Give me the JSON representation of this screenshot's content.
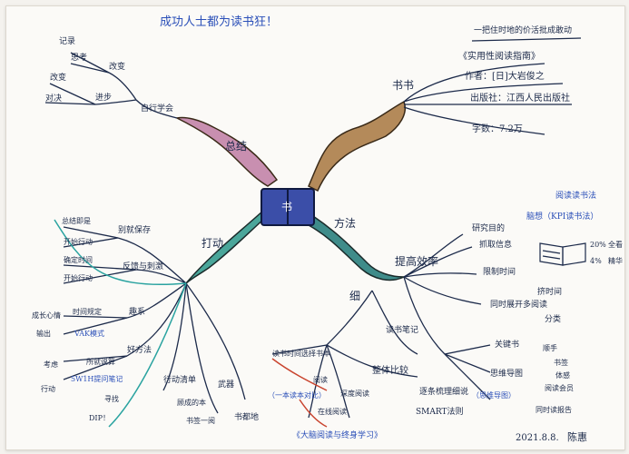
{
  "title": "成功人士都为读书狂！",
  "center": "书",
  "branches": {
    "book": {
      "label": "书书",
      "quote": "一把住时地的价活批成敢动",
      "items": [
        "《实用性阅读指南》",
        "作者：[日]大岩俊之",
        "出版社：江西人民出版社",
        "字数：7.2万"
      ]
    },
    "summary": {
      "label": "总结",
      "sub": "自行学会",
      "groups": [
        {
          "label": "改变",
          "items": [
            "记录",
            "思考"
          ]
        },
        {
          "label": "进步",
          "items": [
            "改变",
            "对决"
          ]
        }
      ]
    },
    "output": {
      "label": "打动",
      "groups": [
        {
          "label": "别就保存",
          "items": [
            "总结即是",
            "开始行动"
          ]
        },
        {
          "label": "反馈与刺激",
          "items": [
            "确定时间",
            "开始行动"
          ]
        },
        {
          "label": "趣系",
          "items": [
            "时间规定",
            "成长心情",
            "输出",
            "VAK模式"
          ]
        },
        {
          "label": "好方法",
          "items": [
            "所就说算",
            "考虑",
            "行动",
            "5W1H提问笔记"
          ]
        },
        {
          "label": "行动清单",
          "items": [
            "寻找",
            "DIP！"
          ]
        },
        {
          "label": "武器",
          "items": [
            "顾成的本",
            "书签一阅"
          ]
        },
        {
          "label": "书都地",
          "items": []
        }
      ]
    },
    "method": {
      "label": "方法",
      "core": "提高效率",
      "tags": [
        "阅读读书法",
        "脑想（KPI读书法）"
      ],
      "reading_ratio": [
        {
          "pct": "20%",
          "text": "全看"
        },
        {
          "pct": "4%",
          "text": "精华"
        }
      ],
      "groups": [
        {
          "label": "提高效率",
          "items": [
            "研究目的",
            "抓取信息",
            "限制时间",
            "挤时间",
            "同时展开多阅读",
            "分类"
          ]
        },
        {
          "label": "读书笔记",
          "items": [
            "关键书",
            "思维导图",
            "（思维导图）",
            "顺手",
            "书签",
            "体感",
            "阅读会员",
            "同时读报告"
          ]
        },
        {
          "label": "整体比较",
          "items": [
            "逐条梳理细说",
            "SMART法则"
          ]
        },
        {
          "label": "细",
          "items": [
            "读书时间选择书本",
            "（一本读本对比）",
            "阅读",
            "在线阅读",
            "深度阅读"
          ]
        }
      ],
      "bottom_quote": "《大脑阅读与终身学习》"
    }
  },
  "signature": {
    "date": "2021.8.8.",
    "name": "陈惠"
  },
  "colors": {
    "center": "#3b4ea8",
    "book": "#b48a5a",
    "summary": "#c88fb0",
    "output": "#4aa69a",
    "method": "#3f8c8a",
    "ink": "#1c2a4a",
    "pen_blue": "#2a4fb8",
    "pen_red": "#c9442e"
  }
}
